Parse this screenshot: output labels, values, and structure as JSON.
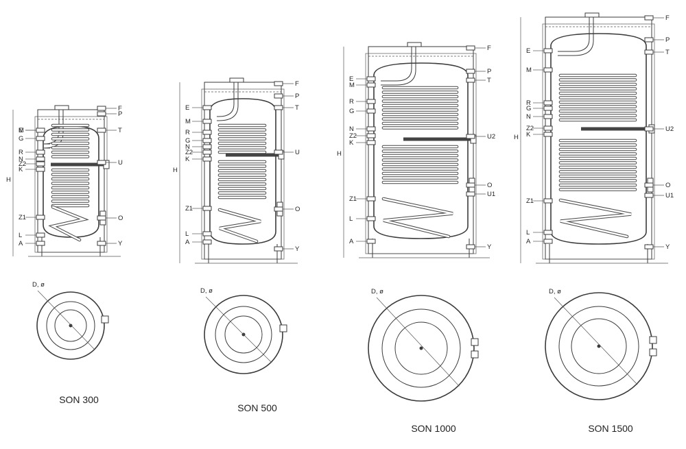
{
  "models": [
    {
      "title": "SON 300",
      "labels_left": [
        "E",
        "M",
        "G",
        "R",
        "N",
        "Z2",
        "K",
        "Z1",
        "L",
        "A",
        "H"
      ],
      "labels_right": [
        "F",
        "P",
        "T",
        "U",
        "O",
        "Y"
      ],
      "plan_label": "D, ø"
    },
    {
      "title": "SON 500",
      "labels_left": [
        "E",
        "M",
        "R",
        "G",
        "Z2",
        "N",
        "K",
        "Z1",
        "L",
        "A",
        "H"
      ],
      "labels_right": [
        "F",
        "P",
        "T",
        "U",
        "O",
        "Y"
      ],
      "plan_label": "D, ø"
    },
    {
      "title": "SON 1000",
      "labels_left": [
        "E",
        "M",
        "R",
        "G",
        "N",
        "Z2",
        "K",
        "Z1",
        "L",
        "A",
        "H"
      ],
      "labels_right": [
        "F",
        "P",
        "T",
        "U2",
        "O",
        "U1",
        "Y"
      ],
      "plan_label": "D, ø"
    },
    {
      "title": "SON 1500",
      "labels_left": [
        "E",
        "M",
        "R",
        "G",
        "N",
        "Z2",
        "K",
        "Z1",
        "L",
        "A",
        "H"
      ],
      "labels_right": [
        "F",
        "P",
        "T",
        "U2",
        "O",
        "U1",
        "Y"
      ],
      "plan_label": "D, ø"
    }
  ]
}
